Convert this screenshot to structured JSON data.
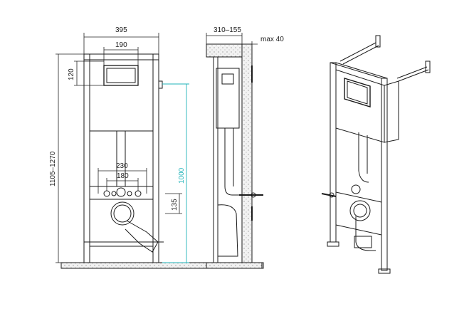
{
  "front_view": {
    "width_label": "395",
    "plate_width_label": "190",
    "plate_height_label": "120",
    "total_height_label": "1105–1270",
    "outlet_spacing_outer_label": "230",
    "outlet_spacing_inner_label": "180",
    "drain_height_label": "135",
    "fixing_height_label": "1000"
  },
  "side_view": {
    "depth_label": "310–155",
    "max_label": "max 40"
  },
  "colors": {
    "line": "#1a1a1a",
    "dimension_accent": "#1fb3b8",
    "wall_fill": "#f0f0f0"
  }
}
